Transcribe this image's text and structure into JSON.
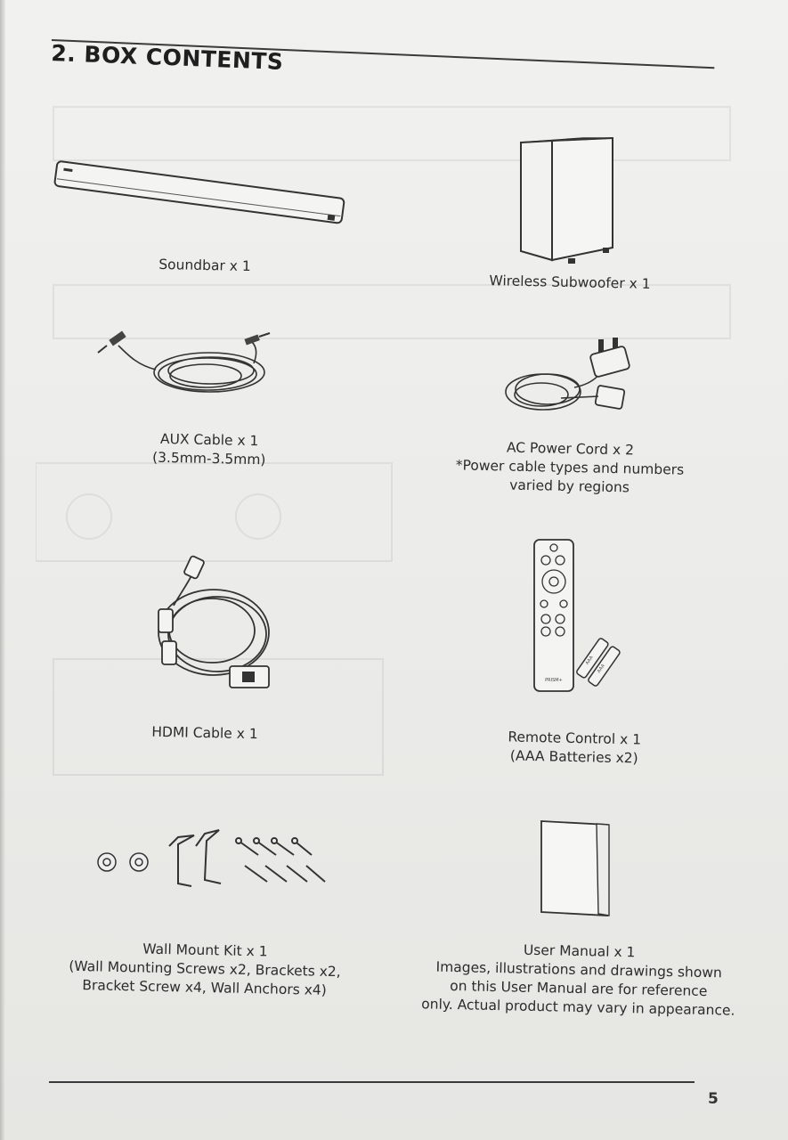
{
  "page": {
    "section_title": "2. BOX CONTENTS",
    "page_number": "5"
  },
  "items": {
    "soundbar": {
      "lines": [
        "Soundbar x 1"
      ]
    },
    "subwoofer": {
      "lines": [
        "Wireless Subwoofer x 1"
      ]
    },
    "aux": {
      "lines": [
        "AUX Cable x 1",
        "(3.5mm-3.5mm)"
      ]
    },
    "power": {
      "lines": [
        "AC Power Cord x 2",
        "*Power cable types and numbers",
        "varied by regions"
      ]
    },
    "hdmi": {
      "lines": [
        "HDMI Cable x 1"
      ]
    },
    "remote": {
      "lines": [
        "Remote Control x 1",
        "(AAA Batteries x2)"
      ],
      "brand": "PRISM+",
      "battery_label": "AAA"
    },
    "wallmount": {
      "lines": [
        "Wall Mount Kit x 1",
        "(Wall Mounting Screws x2, Brackets x2,",
        "Bracket Screw x4, Wall Anchors x4)"
      ]
    },
    "manual": {
      "lines": [
        "User Manual x 1",
        "Images, illustrations and drawings shown",
        "on this User Manual are for reference",
        "only. Actual product may vary in appearance."
      ]
    }
  },
  "colors": {
    "paper": "#ececea",
    "ink": "#2b2b2b",
    "line_art": "#3a3a3a"
  }
}
